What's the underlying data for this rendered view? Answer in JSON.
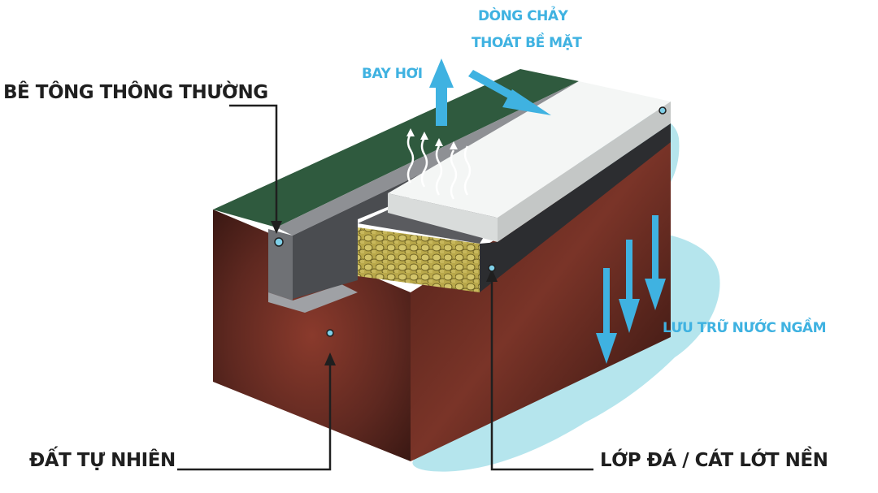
{
  "labels": {
    "concrete": "BÊ TÔNG THÔNG THƯỜNG",
    "natural_soil": "ĐẤT TỰ NHIÊN",
    "gravel_sand_base": "LỚP ĐÁ / CÁT LỚT NỀN",
    "evaporation": "BAY HƠI",
    "runoff_line1": "DÒNG CHẢY",
    "runoff_line2": "THOÁT BỀ MẶT",
    "groundwater_storage": "LƯU TRỮ NƯỚC NGẦM"
  },
  "colors": {
    "grass": "#2f5a3e",
    "soil": "#6b2c22",
    "soil_dark": "#3a1813",
    "concrete_curb": "#5c5e62",
    "pavement_top": "#f4f6f5",
    "gravel": "#b8a64a",
    "water": "#a8e0ea",
    "arrow_blue": "#3fb2e1",
    "text_dark": "#1f1f1f"
  },
  "icons": [
    "evaporation-arrow-icon",
    "runoff-arrow-icon",
    "infiltration-arrow-icon",
    "pointer-dot-icon"
  ]
}
